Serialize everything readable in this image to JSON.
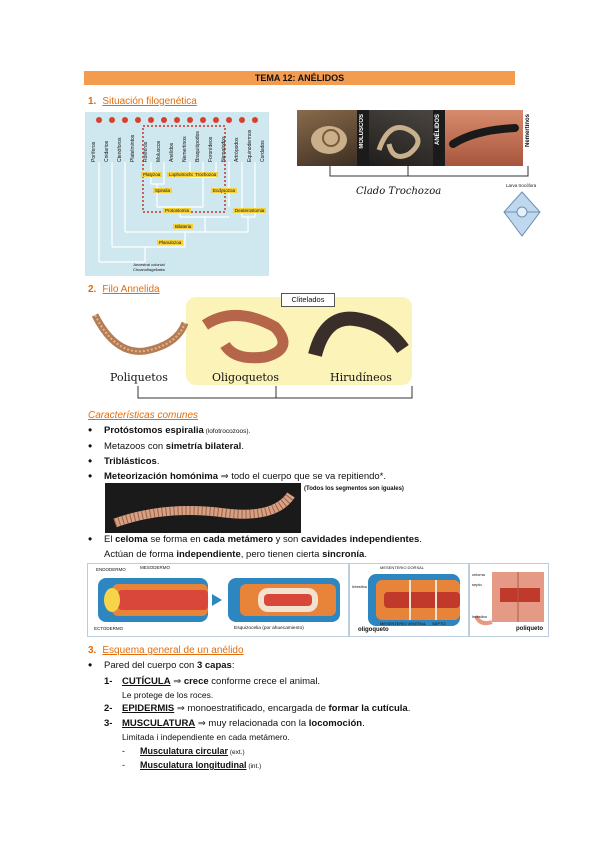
{
  "header": {
    "title": "TEMA 12: ANÉLIDOS"
  },
  "sections": {
    "s1": {
      "num": "1.",
      "label": "Situación filogenética"
    },
    "s2": {
      "num": "2.",
      "label": "Filo Annelida"
    },
    "s3": {
      "num": "3.",
      "label": "Esquema general de un anélido"
    }
  },
  "figure1": {
    "tree_taxa": [
      "Poríferos",
      "Cnidarios",
      "Ctenóforos",
      "Platelmintos",
      "Rotíferos",
      "Moluscos",
      "Anélidos",
      "Nemertinos",
      "Braquiópodos",
      "Foronídeos",
      "Nematodos",
      "Artrópodos",
      "Equinodermos",
      "Cordados"
    ],
    "tree_labels": [
      "Platyzoa",
      "Lophotrochozoa",
      "Trochozoa",
      "Spiralia",
      "Ecdysozoa",
      "Deuterostomia",
      "Protostomia",
      "Bilateria",
      "Planulozoa",
      "Ancestral colonial Choanoflagellates"
    ],
    "photo_labels": [
      "MOLUSCOS",
      "ANÉLIDOS",
      "Nemertinos"
    ],
    "clado": "Clado Trochozoa",
    "larva": "Larva trocófora"
  },
  "figure2": {
    "clitelados": "Clitelados",
    "groups": [
      "Poliquetos",
      "Oligoquetos",
      "Hirudíneos"
    ]
  },
  "caracteristicas": {
    "heading": "Características comunes",
    "items": [
      {
        "bold": "Protóstomos espiralia",
        "rest": " (lofotrocozoos)."
      },
      {
        "pre": "Metazoos con ",
        "bold": "simetría bilateral",
        "rest": "."
      },
      {
        "bold": "Triblásticos",
        "rest": "."
      },
      {
        "bold": "Meteorización homónima",
        "rest": " ⇒ todo el cuerpo que se va repitiendo*."
      }
    ],
    "segment_note": "(Todos los segmentos son iguales)",
    "celoma_line1_pre": "El ",
    "celoma_line1_b1": "celoma",
    "celoma_line1_mid": " se forma en ",
    "celoma_line1_b2": "cada metámero",
    "celoma_line1_mid2": " y son ",
    "celoma_line1_b3": "cavidades independientes",
    "celoma_line1_end": ".",
    "celoma_line2_pre": "Actúan de forma ",
    "celoma_line2_b1": "independiente",
    "celoma_line2_mid": ", pero tienen cierta ",
    "celoma_line2_b2": "sincronía",
    "celoma_line2_end": "."
  },
  "figure3": {
    "labels": [
      "ENDODERMO",
      "MESODERMO",
      "ECTODERMO",
      "Esquizocelia (por ahuecamiento)",
      "MESENTERIO DORSAL",
      "Intestino",
      "MESENTERIO VENTRAL",
      "SEPTO",
      "oligoqueto",
      "celoma",
      "septo",
      "Intestino",
      "poliqueto"
    ]
  },
  "esquema": {
    "pared_pre": "Pared del cuerpo con ",
    "pared_bold": "3 capas",
    "pared_end": ":",
    "capas": [
      {
        "num": "1-",
        "name": "CUTÍCULA",
        "text_pre": " ⇒ ",
        "bold": "crece",
        "text_post": " conforme crece el animal.",
        "sub": "Le protege de los roces."
      },
      {
        "num": "2-",
        "name": "EPIDERMIS",
        "text_pre": " ⇒ monoestratificado, encargada de ",
        "bold": "formar la cutícula",
        "text_post": ".",
        "sub": ""
      },
      {
        "num": "3-",
        "name": "MUSCULATURA",
        "text_pre": " ⇒ muy relacionada con la ",
        "bold": "locomoción",
        "text_post": ".",
        "sub": "Limitada i independiente en cada metámero."
      }
    ],
    "musculos": [
      {
        "name": "Musculatura circular",
        "note": " (ext.)"
      },
      {
        "name": "Musculatura longitudinal",
        "note": " (int.)"
      }
    ]
  },
  "colors": {
    "accent": "#e46c0a",
    "header_bg": "#f39b4f",
    "tree_bg": "#cfe8ef"
  }
}
